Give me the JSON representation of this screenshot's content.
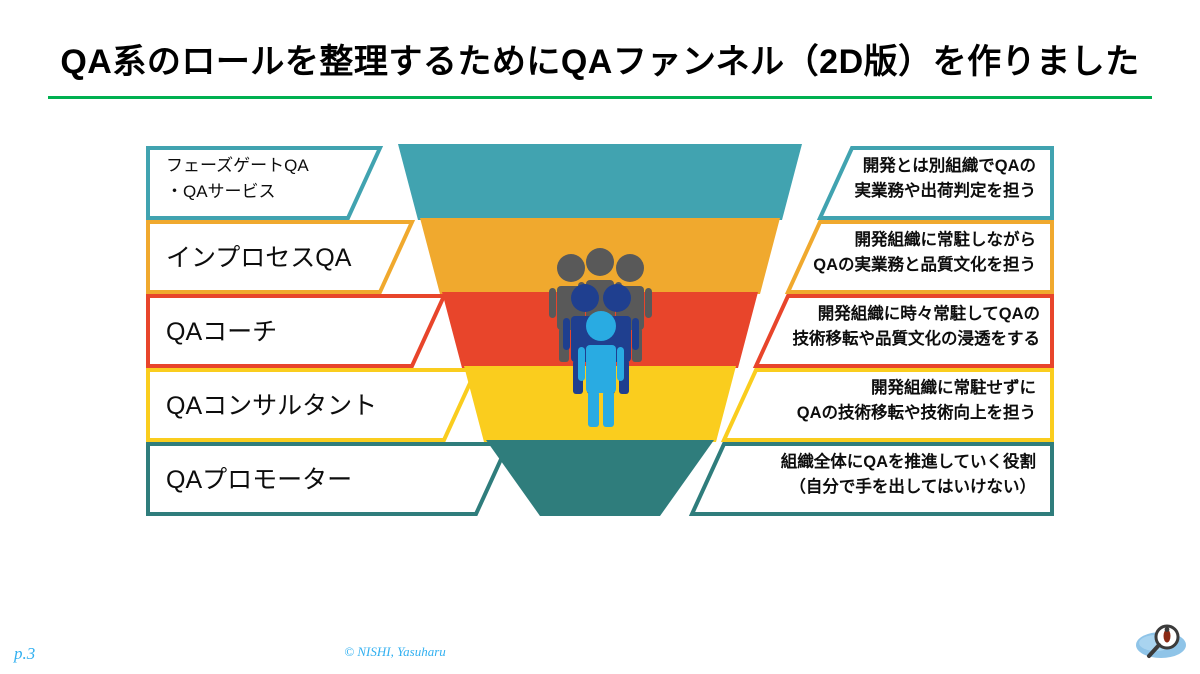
{
  "title": "QA系のロールを整理するためにQAファンネル（2D版）を作りました",
  "rows": [
    {
      "left_line1": "フェーズゲートQA",
      "left_line2": "・QAサービス",
      "right_line1": "開発とは別組織でQAの",
      "right_line2": "実業務や出荷判定を担う",
      "color": "#41a3b0"
    },
    {
      "left_line1": "インプロセスQA",
      "left_line2": "",
      "right_line1": "開発組織に常駐しながら",
      "right_line2": "QAの実業務と品質文化を担う",
      "color": "#f0a92e"
    },
    {
      "left_line1": "QAコーチ",
      "left_line2": "",
      "right_line1": "開発組織に時々常駐してQAの",
      "right_line2": "技術移転や品質文化の浸透をする",
      "color": "#e8452b"
    },
    {
      "left_line1": "QAコンサルタント",
      "left_line2": "",
      "right_line1": "開発組織に常駐せずに",
      "right_line2": "QAの技術移転や技術向上を担う",
      "color": "#facd1e"
    },
    {
      "left_line1": "QAプロモーター",
      "left_line2": "",
      "right_line1": "組織全体にQAを推進していく役割",
      "right_line2": "（自分で手を出してはいけない）",
      "color": "#2f7d7c"
    }
  ],
  "people": {
    "back_color": "#595959",
    "mid_color": "#1f3f8f",
    "front_color": "#29abe2"
  },
  "footer": {
    "page": "p.3",
    "copyright": "© NISHI, Yasuharu"
  },
  "accent": {
    "title_rule": "#00b050",
    "footer_text": "#32b0f0"
  }
}
